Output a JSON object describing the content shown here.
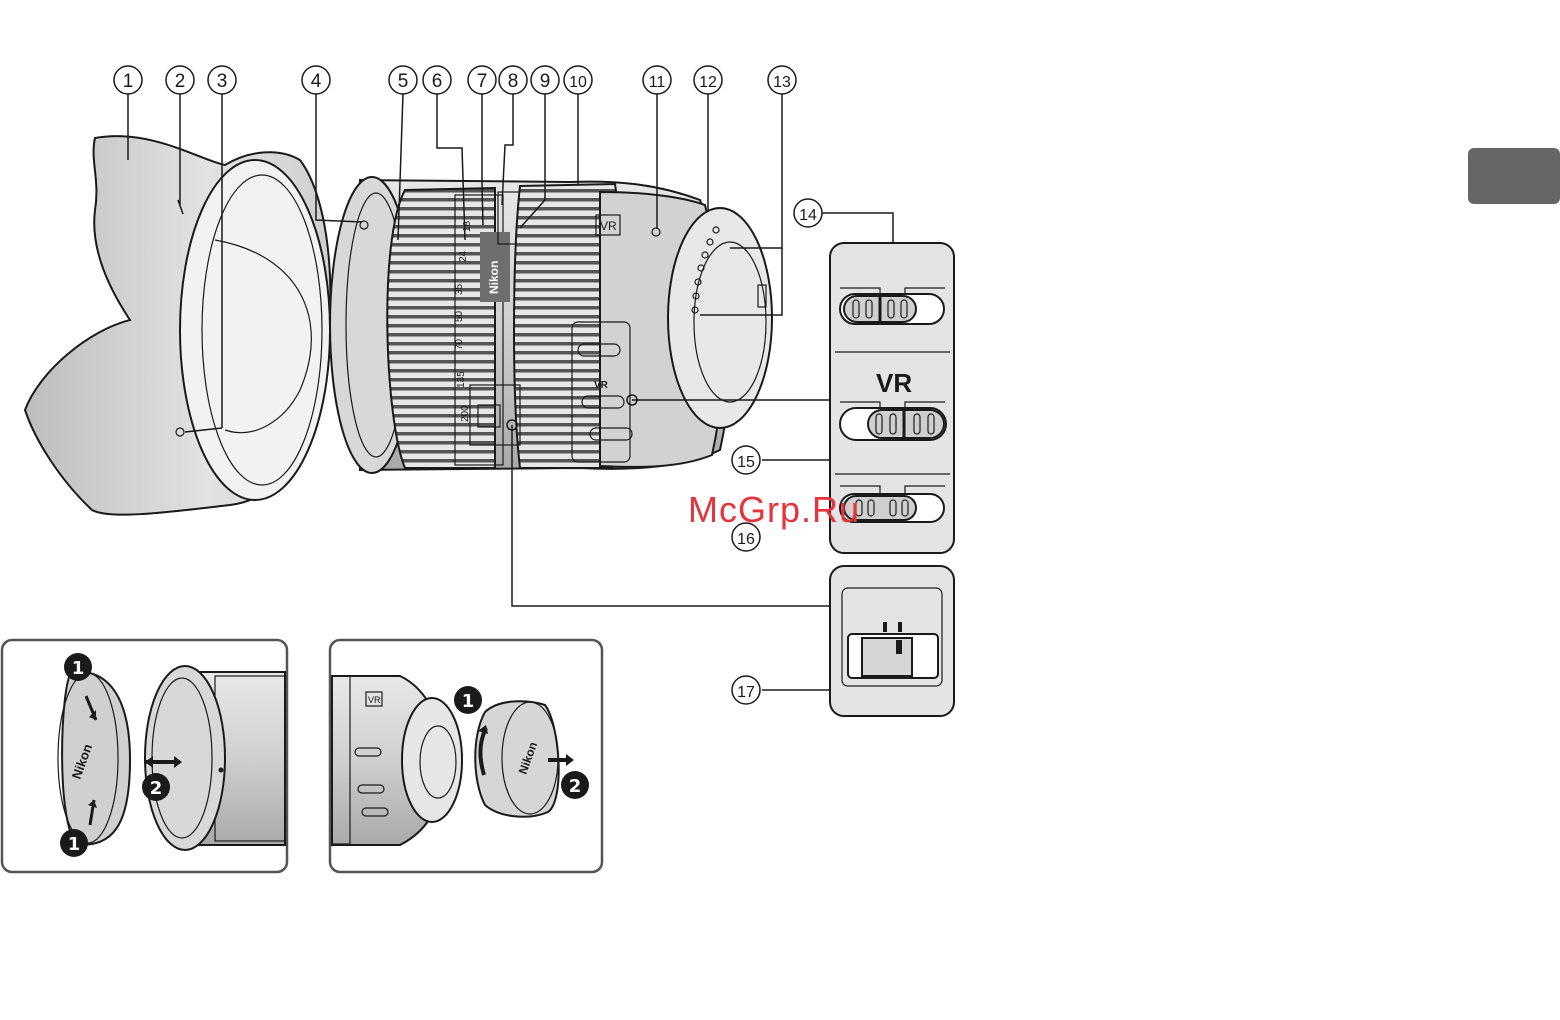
{
  "callouts": [
    "1",
    "2",
    "3",
    "4",
    "5",
    "6",
    "7",
    "8",
    "9",
    "10",
    "11",
    "12",
    "13",
    "14",
    "15",
    "16",
    "17"
  ],
  "lens": {
    "brand": "Nikon",
    "vr_badge": "VR",
    "zoom_scale": [
      "18",
      "24",
      "35",
      "50",
      "70",
      "135",
      "200"
    ]
  },
  "switch_panel": {
    "vr_label": "VR"
  },
  "watermark": "McGrp.Ru",
  "steps": {
    "one": "1",
    "two": "2"
  },
  "front_cap": {
    "brand": "Nikon"
  },
  "rear_cap": {
    "brand": "Nikon",
    "vr_badge": "VR"
  },
  "colors": {
    "panel_fill": "#e4e4e4",
    "lens_fill": "#d9d9d9",
    "watermark": "#e6343c",
    "tab": "#666666"
  }
}
